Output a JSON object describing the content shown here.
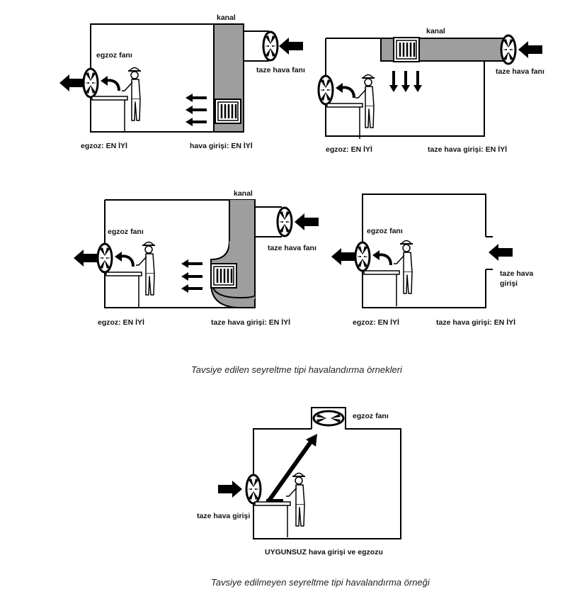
{
  "diagrams": [
    {
      "kanal": "kanal",
      "exhaust_fan": "egzoz fanı",
      "fresh_fan": "taze hava fanı",
      "exhaust_note": "egzoz: EN İYİ",
      "intake_note": "hava girişi: EN İYİ"
    },
    {
      "kanal": "kanal",
      "fresh_fan": "taze hava fanı",
      "exhaust_note": "egzoz: EN İYİ",
      "intake_note": "taze hava girişi: EN İYİ"
    },
    {
      "kanal": "kanal",
      "exhaust_fan": "egzoz fanı",
      "fresh_fan": "taze hava fanı",
      "exhaust_note": "egzoz: EN İYİ",
      "intake_note": "taze hava girişi: EN İYİ"
    },
    {
      "exhaust_fan": "egzoz fanı",
      "intake_a": "taze hava",
      "intake_b": "girişi",
      "exhaust_note": "egzoz: EN İYİ",
      "intake_note": "taze hava girişi: EN İYİ"
    },
    {
      "exhaust_fan": "egzoz fanı",
      "intake": "taze hava girişi",
      "note": "UYGUNSUZ hava girişi ve egzozu"
    }
  ],
  "captions": {
    "recommended": "Tavsiye edilen seyreltme tipi havalandırma örnekleri",
    "not_recommended": "Tavsiye edilmeyen seyreltme tipi havalandırma örneği"
  },
  "icons": [
    "fan-icon",
    "worker-icon",
    "arrow-icon",
    "grille-icon"
  ]
}
